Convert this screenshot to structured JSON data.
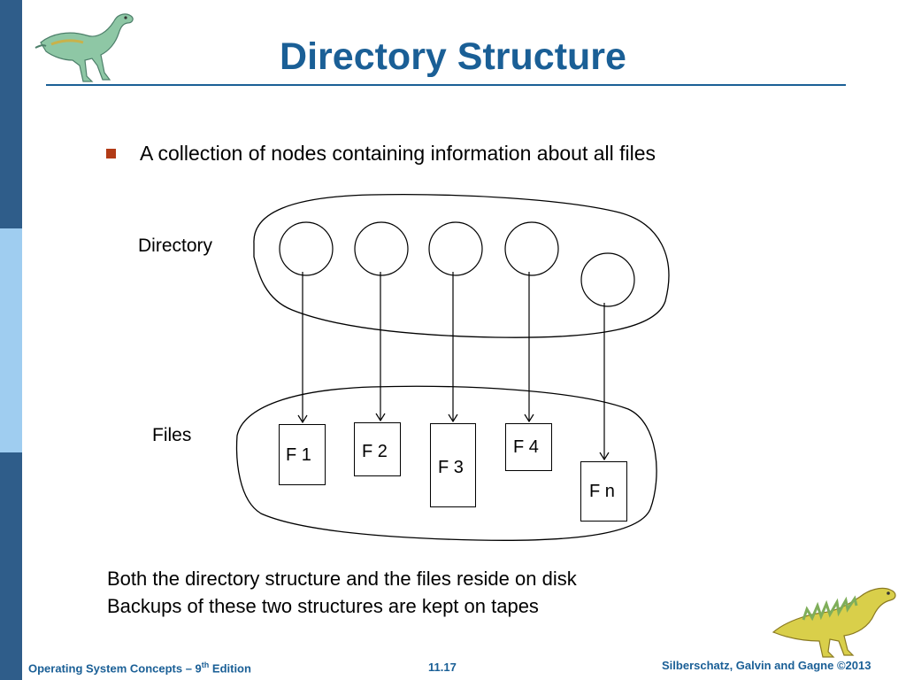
{
  "slide": {
    "title": "Directory Structure",
    "bullet": "A collection of nodes containing information about all files",
    "notes": [
      "Both the directory structure and the files reside on disk",
      "Backups of these two structures are kept on tapes"
    ]
  },
  "diagram": {
    "directory_label": "Directory",
    "files_label": "Files",
    "files": [
      "F 1",
      "F 2",
      "F 3",
      "F 4",
      "F n"
    ]
  },
  "footer": {
    "book_prefix": "Operating System Concepts – 9",
    "book_sup": "th",
    "book_suffix": " Edition",
    "page_number": "11.17",
    "copyright": "Silberschatz, Galvin and Gagne ©2013"
  },
  "colors": {
    "accent": "#1a5f96",
    "bullet": "#b23b16",
    "sidebar_dark": "#2f5d8a",
    "sidebar_light": "#9fcdf0"
  },
  "icons": [
    "dinosaur-logo-top-left",
    "dinosaur-logo-bottom-right"
  ]
}
